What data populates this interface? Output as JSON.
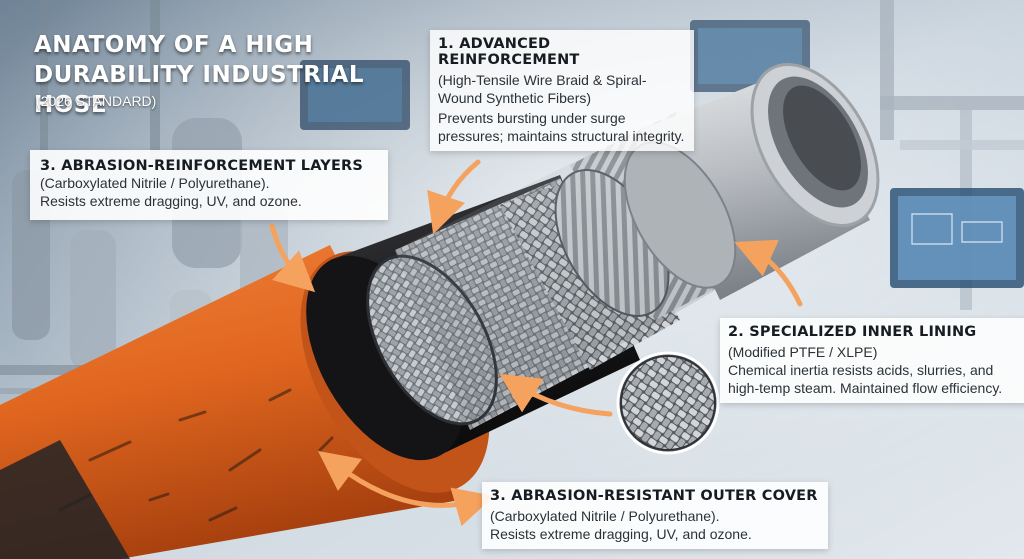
{
  "title": "ANATOMY OF A HIGH DURABILITY INDUSTRIAL HOSE",
  "subtitle": "(2026 STANDARD)",
  "callouts": {
    "advanced_reinforcement": {
      "heading": "1. ADVANCED REINFORCEMENT",
      "material": "(High-Tensile Wire Braid & Spiral-Wound Synthetic Fibers)",
      "description": "Prevents bursting under surge pressures; maintains structural integrity."
    },
    "inner_lining": {
      "heading": "2. SPECIALIZED INNER LINING",
      "material": "(Modified PTFE / XLPE)",
      "description": "Chemical inertia resists acids, slurries, and high-temp steam. Maintained flow efficiency."
    },
    "abrasion_layers": {
      "heading": "3. ABRASION-REINFORCEMENT LAYERS",
      "material": "(Carboxylated Nitrile / Polyurethane).",
      "description": "Resists extreme dragging, UV, and ozone."
    },
    "outer_cover": {
      "heading": "3. ABRASION-RESISTANT OUTER COVER",
      "material": "(Carboxylated Nitrile / Polyurethane).",
      "description": "Resists extreme dragging, UV, and ozone."
    }
  },
  "colors": {
    "orange_cover": "#e0661f",
    "arrow": "#f5a25e",
    "black_layer": "#1c1c1e",
    "steel": "#9aa0a6",
    "inner_lining": "#b9bdc2"
  },
  "icons": {
    "arrow": "curved-arrow-icon",
    "magnifier": "braid-closeup-icon"
  }
}
